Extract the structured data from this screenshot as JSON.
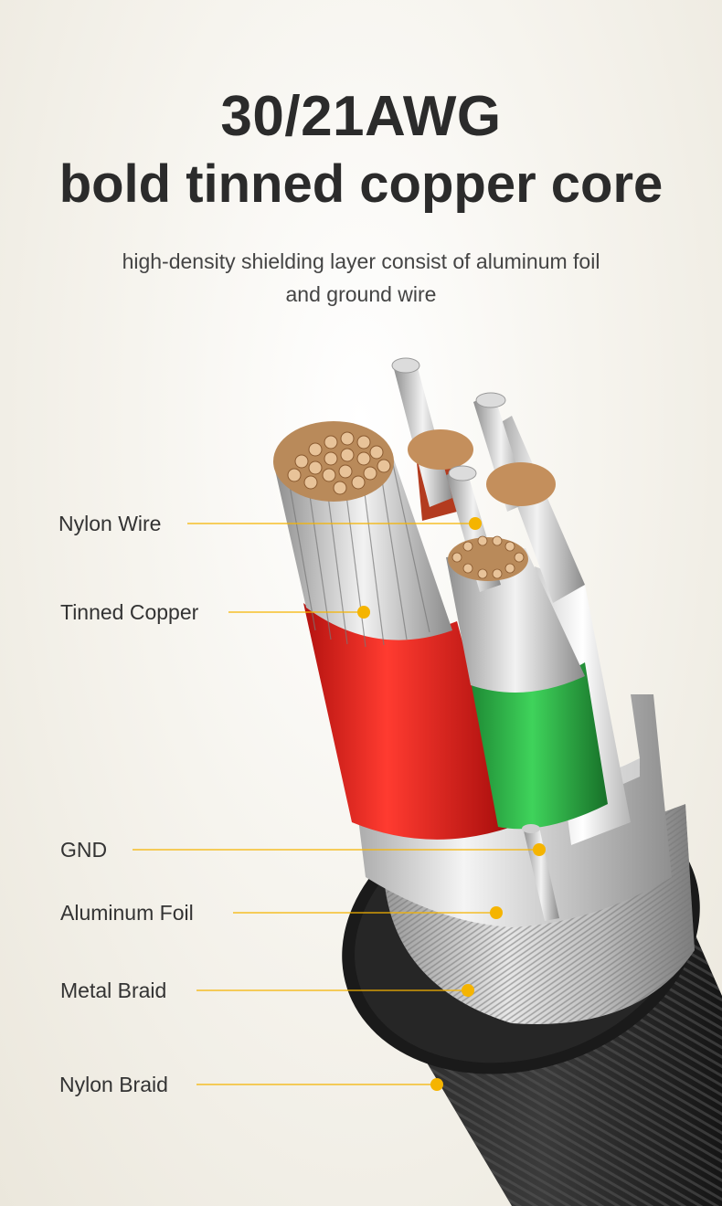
{
  "header": {
    "title_line1": "30/21AWG",
    "title_line2": "bold tinned copper core",
    "subtitle_line1": "high-density shielding layer consist of aluminum foil",
    "subtitle_line2": "and ground wire"
  },
  "labels": {
    "nylon_wire": "Nylon Wire",
    "tinned_copper": "Tinned Copper",
    "gnd": "GND",
    "aluminum_foil": "Aluminum Foil",
    "metal_braid": "Metal Braid",
    "nylon_braid": "Nylon Braid"
  },
  "colors": {
    "callout": "#f5b400",
    "red_insulation": "#e52620",
    "green_insulation": "#2fb54a",
    "copper": "#d9a672",
    "nylon_jacket": "#1d1d1d"
  }
}
